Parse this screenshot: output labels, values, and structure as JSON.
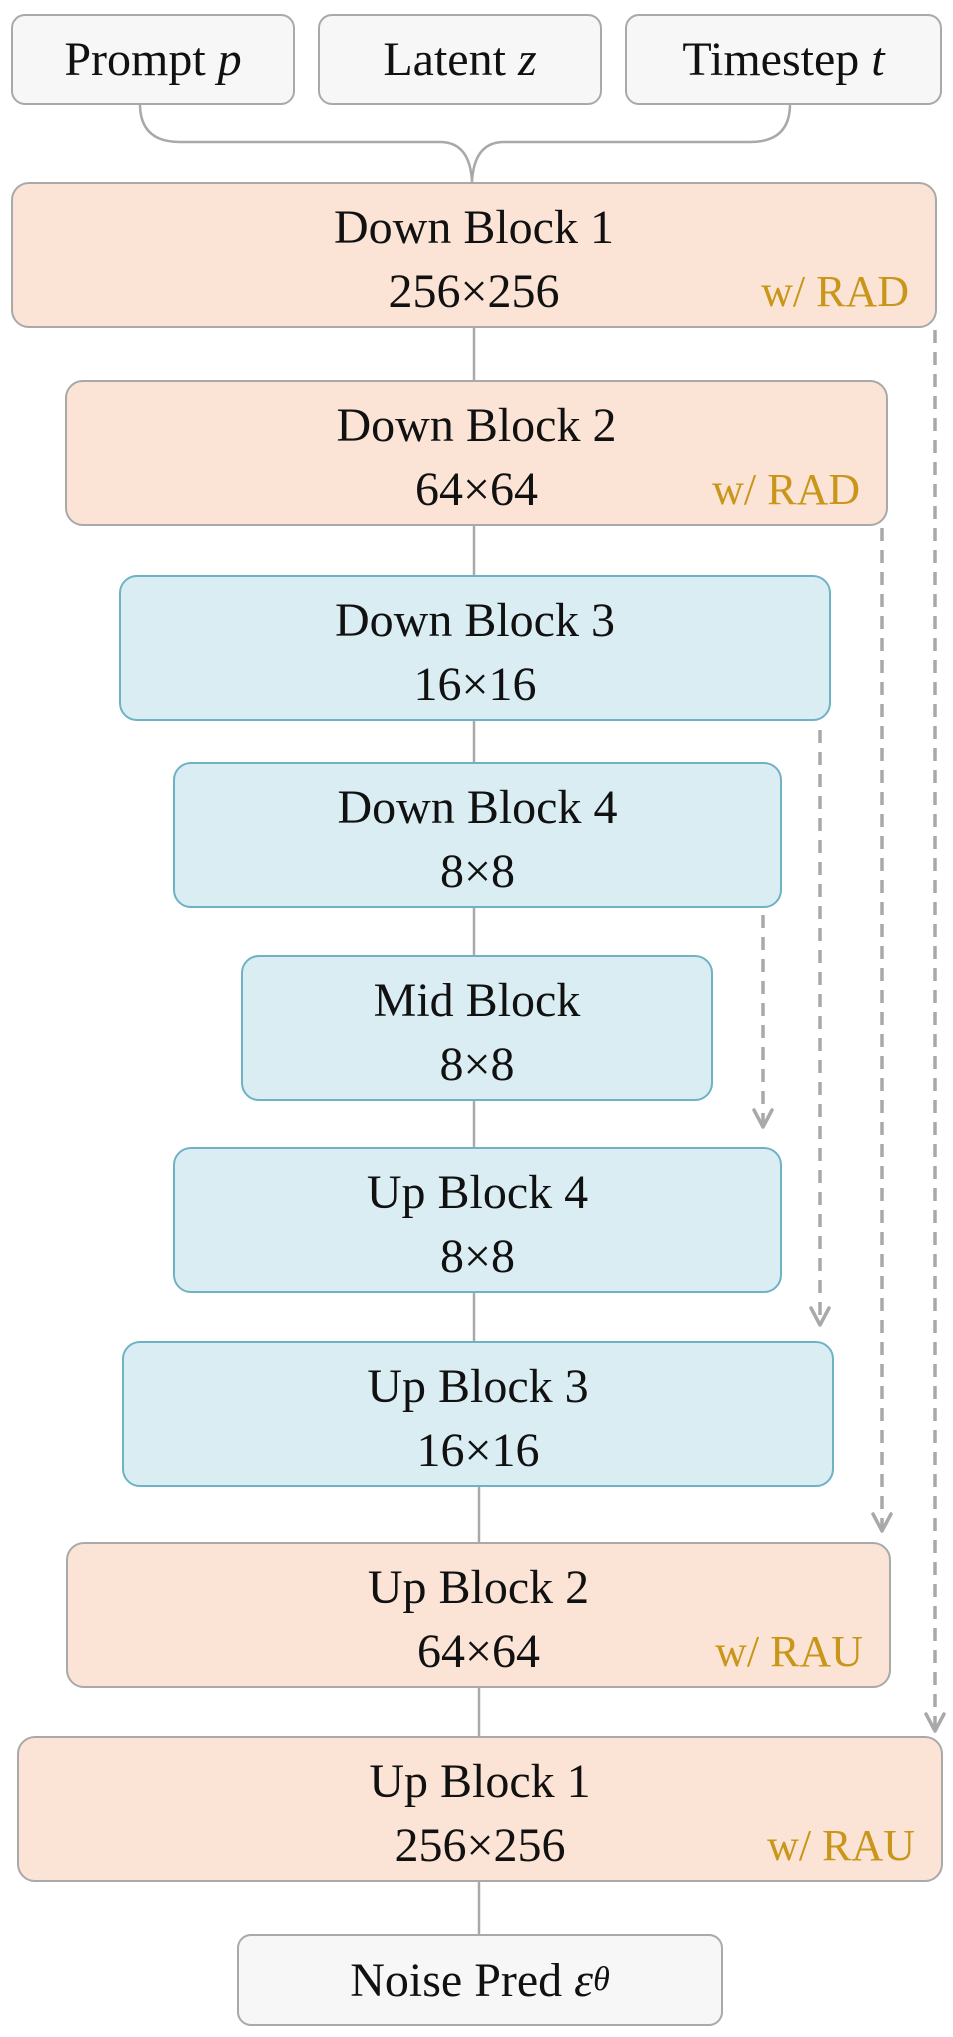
{
  "inputs": {
    "prompt": {
      "text": "Prompt ",
      "var": "p"
    },
    "latent": {
      "text": "Latent ",
      "var": "z"
    },
    "timestep": {
      "text": "Timestep ",
      "var": "t"
    }
  },
  "blocks": {
    "down1": {
      "title": "Down Block 1",
      "res": "256×256",
      "tag": "w/ RAD"
    },
    "down2": {
      "title": "Down Block 2",
      "res": "64×64",
      "tag": "w/ RAD"
    },
    "down3": {
      "title": "Down Block 3",
      "res": "16×16"
    },
    "down4": {
      "title": "Down Block 4",
      "res": "8×8"
    },
    "mid": {
      "title": "Mid Block",
      "res": "8×8"
    },
    "up4": {
      "title": "Up Block 4",
      "res": "8×8"
    },
    "up3": {
      "title": "Up Block 3",
      "res": "16×16"
    },
    "up2": {
      "title": "Up Block 2",
      "res": "64×64",
      "tag": "w/ RAU"
    },
    "up1": {
      "title": "Up Block 1",
      "res": "256×256",
      "tag": "w/ RAU"
    }
  },
  "output": {
    "text": "Noise Pred ",
    "var": "ε",
    "sub": "θ"
  },
  "colors": {
    "down_up_outer_fill": "#fbe4d6",
    "inner_fill": "#daedf3",
    "inner_border": "#6fb2c4",
    "tag": "#c9961a",
    "skip_line": "#a9a9a9"
  }
}
